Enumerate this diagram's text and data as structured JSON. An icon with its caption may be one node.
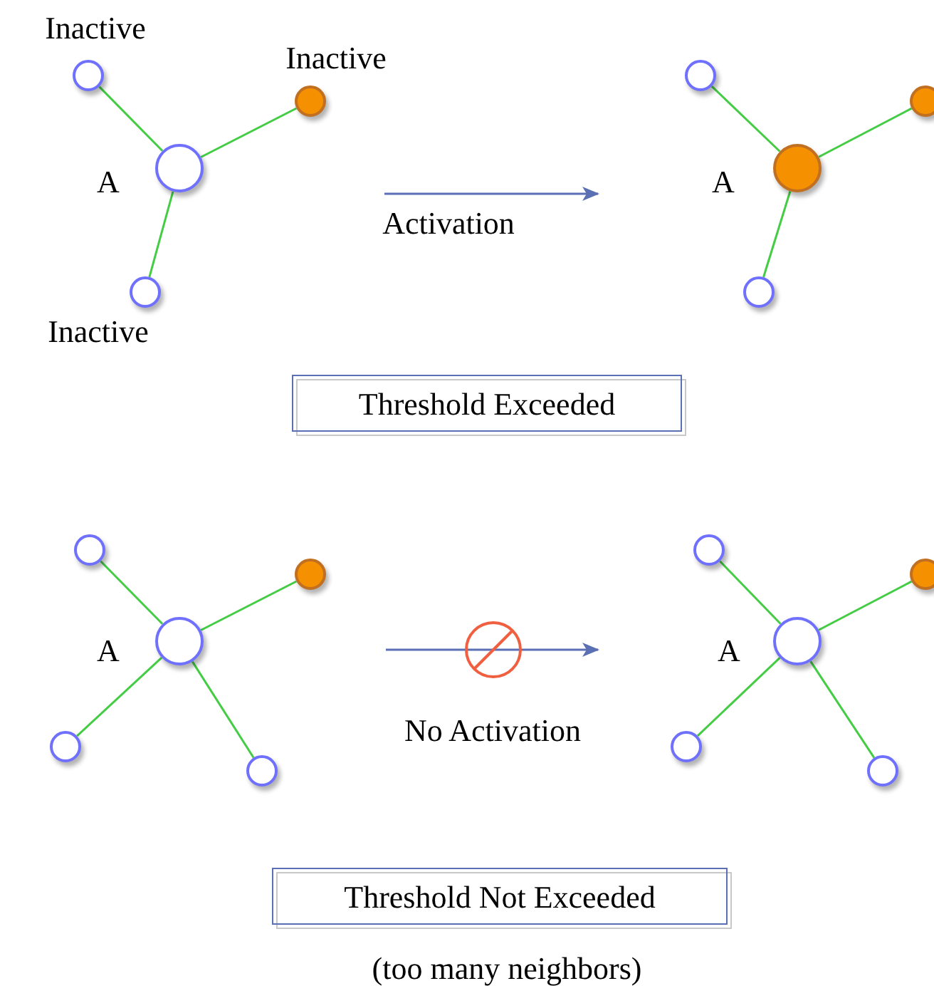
{
  "diagram": {
    "nodes": [
      {
        "text": [],
        "shape": "picture"
      },
      {
        "text": [],
        "shape": "circle",
        "beside": [
          "Inactive"
        ],
        "in": 0
      },
      {
        "text": [],
        "shape": "circle",
        "beside": [
          "Inactive"
        ],
        "in": 0
      },
      {
        "text": [],
        "shape": "circle",
        "beside": [
          "A"
        ],
        "in": 0
      },
      {
        "text": [],
        "shape": "circle",
        "beside": [
          "Inactive"
        ],
        "in": 0
      },
      {
        "text": [],
        "shape": "picture"
      },
      {
        "text": [],
        "shape": "circle",
        "in": 5
      },
      {
        "text": [],
        "shape": "circle",
        "beside": [
          "A"
        ],
        "in": 5
      },
      {
        "text": [],
        "shape": "circle",
        "in": 5
      },
      {
        "text": [],
        "shape": "circle",
        "in": 5
      },
      {
        "text": [
          "Threshold Exceeded"
        ]
      },
      {
        "text": [],
        "shape": "picture"
      },
      {
        "text": [],
        "shape": "circle",
        "in": 11
      },
      {
        "text": [],
        "shape": "circle",
        "in": 11
      },
      {
        "text": [],
        "shape": "circle",
        "beside": [
          "A"
        ],
        "in": 11
      },
      {
        "text": [],
        "shape": "circle",
        "in": 11
      },
      {
        "text": [],
        "shape": "circle",
        "in": 11
      },
      {
        "text": [],
        "shape": "picture"
      },
      {
        "text": [],
        "shape": "circle",
        "in": 17
      },
      {
        "text": [],
        "shape": "circle",
        "in": 17
      },
      {
        "text": [],
        "shape": "circle",
        "beside": [
          "A"
        ],
        "in": 17
      },
      {
        "text": [],
        "shape": "circle",
        "in": 17
      },
      {
        "text": [],
        "shape": "circle",
        "in": 17
      },
      {
        "text": [
          "Threshold Not Exceeded"
        ]
      }
    ],
    "edges": [
      {
        "from": 3,
        "to": 1,
        "arrow": "none"
      },
      {
        "from": 3,
        "to": 2,
        "arrow": "none"
      },
      {
        "from": 3,
        "to": 4,
        "arrow": "none"
      },
      {
        "from": 7,
        "to": 6,
        "arrow": "none"
      },
      {
        "from": 7,
        "to": 8,
        "arrow": "none"
      },
      {
        "from": 7,
        "to": 9,
        "arrow": "none"
      },
      {
        "from": 0,
        "to": 5,
        "arrow": "to",
        "label": "Activation",
        "color": "#5b6fb5"
      },
      {
        "from": 14,
        "to": 12,
        "arrow": "none"
      },
      {
        "from": 14,
        "to": 13,
        "arrow": "none"
      },
      {
        "from": 14,
        "to": 15,
        "arrow": "none"
      },
      {
        "from": 14,
        "to": 16,
        "arrow": "none"
      },
      {
        "from": 20,
        "to": 18,
        "arrow": "none"
      },
      {
        "from": 20,
        "to": 19,
        "arrow": "none"
      },
      {
        "from": 20,
        "to": 21,
        "arrow": "none"
      },
      {
        "from": 20,
        "to": 22,
        "arrow": "none"
      },
      {
        "from": 11,
        "to": 17,
        "arrow": "to",
        "label": "No Activation",
        "color": "#5b6fb5"
      }
    ],
    "labels": [
      "(too many neighbors)"
    ]
  }
}
